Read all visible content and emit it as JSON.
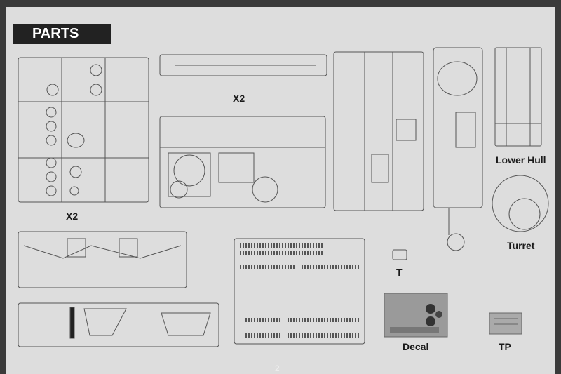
{
  "header": {
    "title": "PARTS"
  },
  "labels": {
    "sprue_a_multiplier": "X2",
    "sprue_b_multiplier": "X2",
    "lower_hull": "Lower Hull",
    "turret": "Turret",
    "part_t": "T",
    "decal": "Decal",
    "tp": "TP"
  },
  "footer": {
    "page_number": "2"
  },
  "colors": {
    "page": "#dddddd",
    "banner": "#222222",
    "line": "#555555"
  }
}
